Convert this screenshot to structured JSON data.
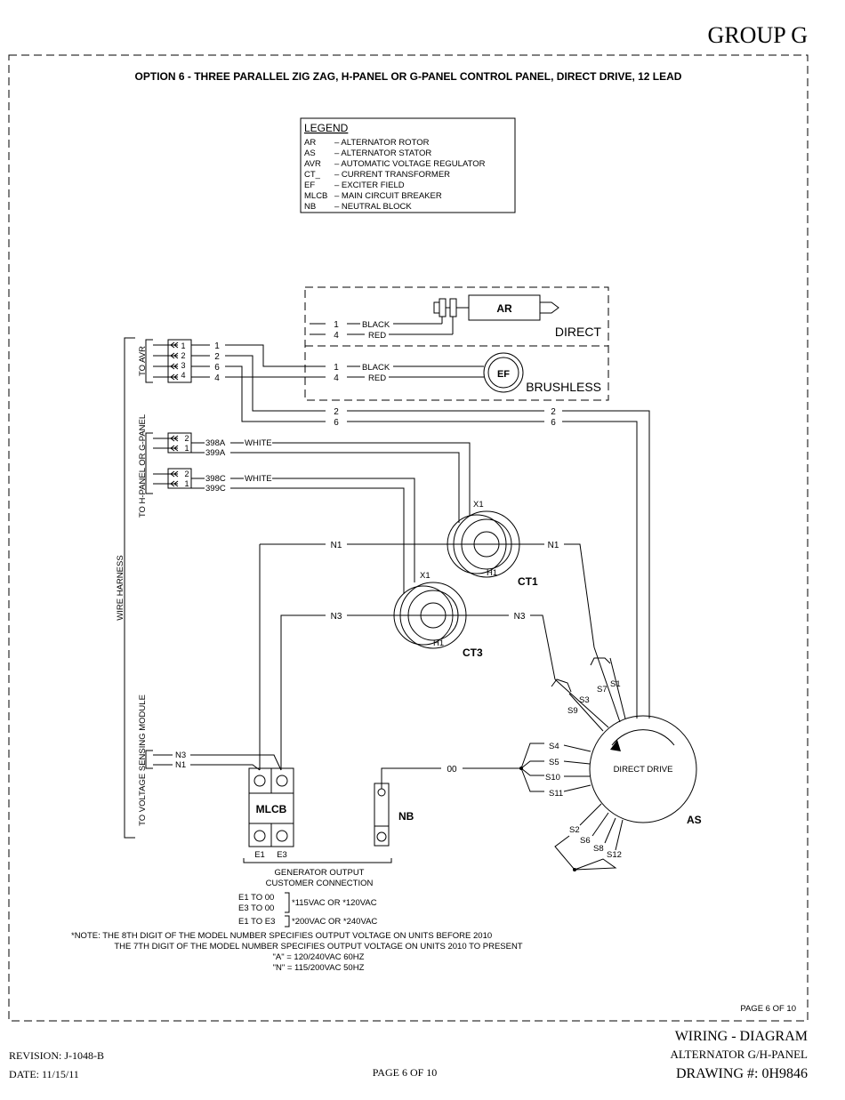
{
  "header": {
    "group": "GROUP G"
  },
  "title": "OPTION 6 - THREE PARALLEL ZIG ZAG, H-PANEL OR G-PANEL CONTROL PANEL, DIRECT DRIVE, 12 LEAD",
  "legend": {
    "heading": "LEGEND",
    "items": [
      {
        "abbr": "AR",
        "desc": "–  ALTERNATOR ROTOR"
      },
      {
        "abbr": "AS",
        "desc": "–  ALTERNATOR STATOR"
      },
      {
        "abbr": "AVR",
        "desc": "–  AUTOMATIC VOLTAGE REGULATOR"
      },
      {
        "abbr": "CT_",
        "desc": "–  CURRENT TRANSFORMER"
      },
      {
        "abbr": "EF",
        "desc": "–  EXCITER FIELD"
      },
      {
        "abbr": "MLCB",
        "desc": "–  MAIN CIRCUIT BREAKER"
      },
      {
        "abbr": "NB",
        "desc": "–  NEUTRAL BLOCK"
      }
    ]
  },
  "rotor": {
    "ar": "AR",
    "ef": "EF",
    "direct": "DIRECT",
    "brushless": "BRUSHLESS",
    "black": "BLACK",
    "red": "RED",
    "w1": "1",
    "w4": "4"
  },
  "harness": {
    "wire_harness": "WIRE HARNESS",
    "to_avr": "TO AVR",
    "to_panel": "TO H-PANEL OR G-PANEL",
    "to_vsm": "TO VOLTAGE SENSING MODULE",
    "avr_pins": [
      "1",
      "2",
      "3",
      "4"
    ],
    "avr_wires": [
      "1",
      "2",
      "6",
      "4"
    ],
    "panel_pins": [
      "2",
      "1"
    ],
    "panel_wires_a": [
      "398A",
      "399A"
    ],
    "panel_wires_c": [
      "398C",
      "399C"
    ],
    "white": "WHITE",
    "vsm_wires": [
      "N3",
      "N1"
    ],
    "w2": "2",
    "w6": "6"
  },
  "ct": {
    "ct1": "CT1",
    "ct3": "CT3",
    "x1": "X1",
    "h1": "H1",
    "n1": "N1",
    "n3": "N3",
    "w00": "00"
  },
  "stator": {
    "label": "DIRECT DRIVE",
    "as": "AS",
    "leads": [
      "S1",
      "S7",
      "S3",
      "S9",
      "S4",
      "S5",
      "S10",
      "S11",
      "S2",
      "S6",
      "S8",
      "S12"
    ]
  },
  "mlcb": {
    "label": "MLCB",
    "e1": "E1",
    "e3": "E3"
  },
  "nb": {
    "label": "NB"
  },
  "output": {
    "line1": "GENERATOR OUTPUT",
    "line2": "CUSTOMER CONNECTION",
    "e1_00": "E1  TO  00",
    "e3_00": "E3  TO  00",
    "v1": "*115VAC  OR  *120VAC",
    "e1_e3": "E1  TO  E3",
    "v2": "*200VAC  OR  *240VAC"
  },
  "note": {
    "line1": "*NOTE:  THE  8TH  DIGIT  OF  THE  MODEL  NUMBER  SPECIFIES  OUTPUT  VOLTAGE  ON  UNITS  BEFORE  2010",
    "line2": "THE  7TH  DIGIT  OF  THE  MODEL  NUMBER  SPECIFIES  OUTPUT  VOLTAGE  ON  UNITS  2010  TO  PRESENT",
    "line3": "\"A\"  =  120/240VAC  60HZ",
    "line4": "\"N\"  =  115/200VAC  50HZ"
  },
  "page_inner": "PAGE  6  OF  10",
  "footer": {
    "revision": "REVISION: J-1048-B",
    "date": "DATE: 11/15/11",
    "page": "PAGE 6 OF 10",
    "title1": "WIRING - DIAGRAM",
    "title2": "ALTERNATOR G/H-PANEL",
    "drawing": "DRAWING #: 0H9846"
  }
}
